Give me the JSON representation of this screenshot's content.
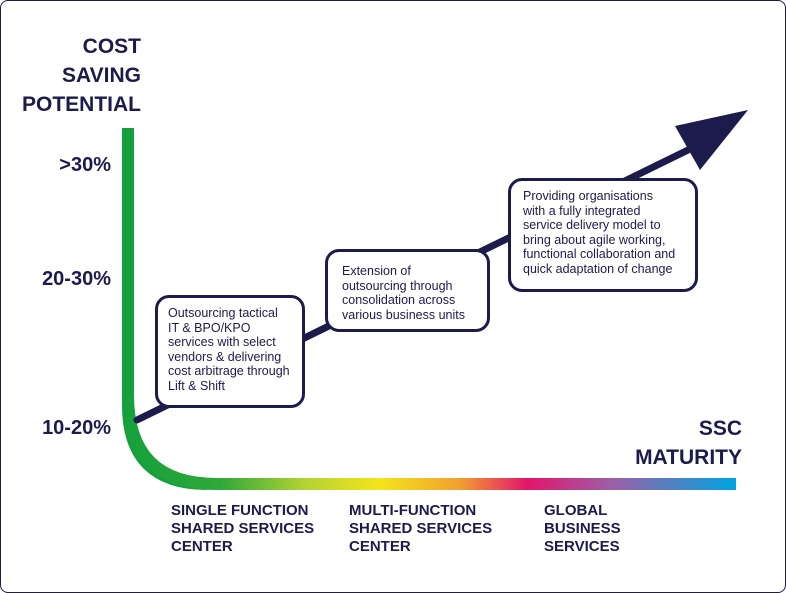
{
  "y_axis": {
    "label_lines": [
      "COST",
      "SAVING",
      "POTENTIAL"
    ],
    "ticks": [
      ">30%",
      "20-30%",
      "10-20%"
    ]
  },
  "x_axis": {
    "label_lines": [
      "SSC",
      "MATURITY"
    ],
    "stages": [
      {
        "lines": [
          "SINGLE FUNCTION",
          "SHARED SERVICES",
          "CENTER"
        ]
      },
      {
        "lines": [
          "MULTI-FUNCTION",
          "SHARED SERVICES",
          "CENTER"
        ]
      },
      {
        "lines": [
          "GLOBAL",
          "BUSINESS",
          "SERVICES"
        ]
      }
    ]
  },
  "callouts": [
    {
      "lines": [
        "Outsourcing tactical",
        "IT & BPO/KPO",
        "services with select",
        "vendors & delivering",
        "cost arbitrage through",
        "Lift & Shift"
      ]
    },
    {
      "lines": [
        "Extension of",
        "outsourcing through",
        "consolidation across",
        "various business units"
      ]
    },
    {
      "lines": [
        "Providing organisations",
        "with a fully integrated",
        "service delivery model to",
        "bring about agile working,",
        "functional collaboration and",
        "quick adaptation of change"
      ]
    }
  ],
  "colors": {
    "navy": "#1d1b4c",
    "axis_gradient": [
      "#15a03b",
      "#8cc63f",
      "#f3e51a",
      "#f0a030",
      "#e3156b",
      "#8e5ea8",
      "#00a3e0"
    ]
  }
}
